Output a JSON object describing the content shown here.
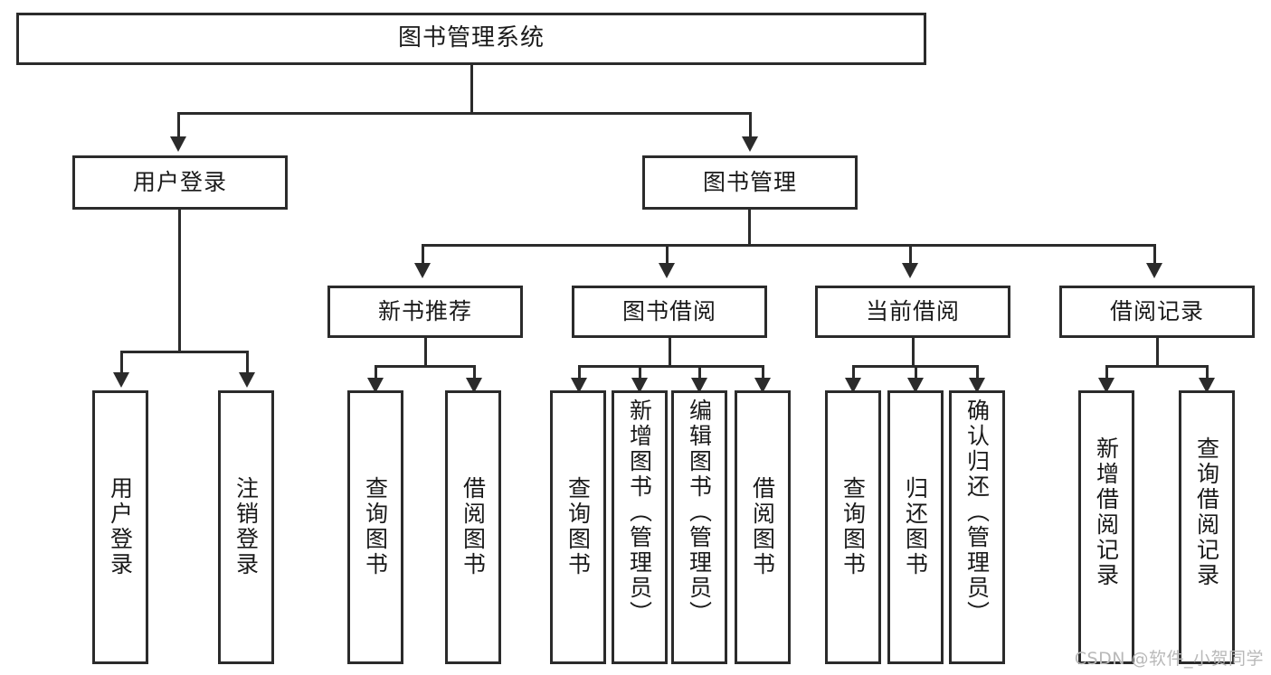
{
  "diagram": {
    "type": "tree-hierarchy",
    "title": "图书管理系统",
    "watermark": "CSDN @软件_小贺同学",
    "colors": {
      "stroke": "#2b2b2b",
      "fill": "#ffffff",
      "text": "#1a1a1a",
      "watermark": "#b9b9b9"
    },
    "nodes": {
      "root": {
        "label": "图书管理系统"
      },
      "level2": [
        {
          "label": "用户登录"
        },
        {
          "label": "图书管理"
        }
      ],
      "level3": [
        {
          "label": "新书推荐"
        },
        {
          "label": "图书借阅"
        },
        {
          "label": "当前借阅"
        },
        {
          "label": "借阅记录"
        }
      ],
      "leaves": {
        "user_login": [
          {
            "label": "用户登录"
          },
          {
            "label": "注销登录"
          }
        ],
        "new_book_rec": [
          {
            "label": "查询图书"
          },
          {
            "label": "借阅图书"
          }
        ],
        "book_borrow": [
          {
            "label": "查询图书"
          },
          {
            "label": "新增图书（管理员）"
          },
          {
            "label": "编辑图书（管理员）"
          },
          {
            "label": "借阅图书"
          }
        ],
        "current_borrow": [
          {
            "label": "查询图书"
          },
          {
            "label": "归还图书"
          },
          {
            "label": "确认归还（管理员）"
          }
        ],
        "borrow_record": [
          {
            "label": "新增借阅记录"
          },
          {
            "label": "查询借阅记录"
          }
        ]
      }
    }
  }
}
